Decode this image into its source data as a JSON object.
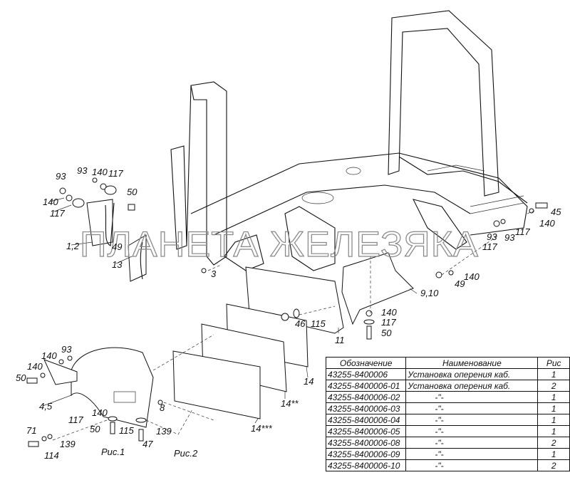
{
  "watermark": "ПЛАНЕТА ЖЕЛЕЗЯКА",
  "figure_labels": {
    "fig1": "Рис.1",
    "fig2": "Рис.2"
  },
  "callouts": [
    "93",
    "93",
    "140",
    "117",
    "50",
    "140",
    "117",
    "1,2",
    "49",
    "13",
    "3",
    "46",
    "115",
    "11",
    "140",
    "117",
    "50",
    "9,10",
    "140",
    "49",
    "93",
    "117",
    "93",
    "117",
    "45",
    "140",
    "14",
    "14**",
    "14***",
    "140",
    "93",
    "140",
    "50",
    "4,5",
    "8",
    "140",
    "117",
    "50",
    "115",
    "139",
    "71",
    "139",
    "114",
    "47"
  ],
  "table": {
    "headers": [
      "Обозначение",
      "Наименование",
      "Рис"
    ],
    "rows": [
      [
        "43255-8400006",
        "Установка оперения каб.",
        "1"
      ],
      [
        "43255-8400006-01",
        "Установка оперения каб.",
        "2"
      ],
      [
        "43255-8400006-02",
        "-\"-",
        "1"
      ],
      [
        "43255-8400006-03",
        "-\"-",
        "1"
      ],
      [
        "43255-8400006-04",
        "-\"-",
        "1"
      ],
      [
        "43255-8400006-05",
        "-\"-",
        "1"
      ],
      [
        "43255-8400006-08",
        "-\"-",
        "2"
      ],
      [
        "43255-8400006-09",
        "-\"-",
        "1"
      ],
      [
        "43255-8400006-10",
        "-\"-",
        "2"
      ]
    ]
  }
}
